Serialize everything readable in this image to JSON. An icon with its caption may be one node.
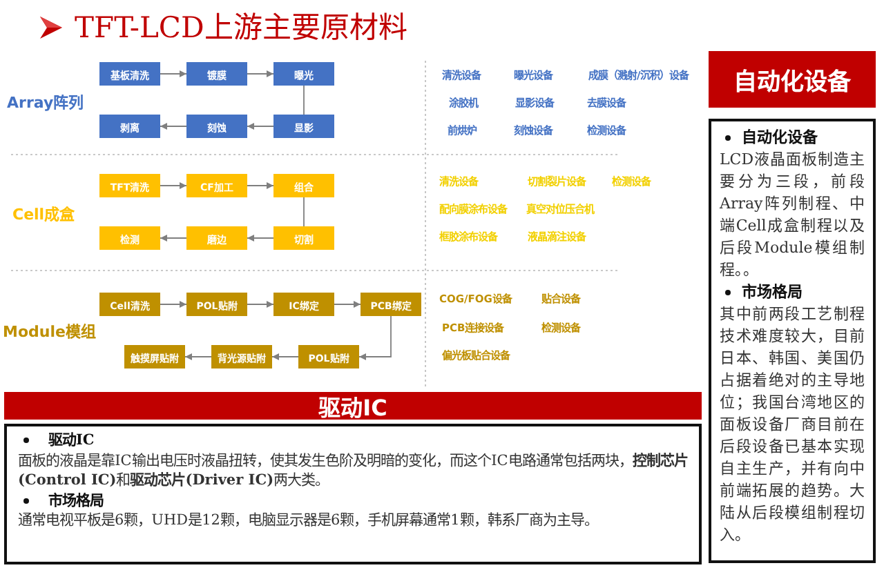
{
  "diagram": {
    "title": "TFT-LCD上游主要原材料",
    "nodes": [
      {
        "text": [
          "基板清洗"
        ]
      },
      {
        "text": [
          "镀膜"
        ]
      },
      {
        "text": [
          "曝光"
        ]
      },
      {
        "text": [
          "剥离"
        ]
      },
      {
        "text": [
          "刻蚀"
        ]
      },
      {
        "text": [
          "显影"
        ]
      },
      {
        "text": [
          "TFT清洗"
        ]
      },
      {
        "text": [
          "CF加工"
        ]
      },
      {
        "text": [
          "组合"
        ]
      },
      {
        "text": [
          "检测"
        ]
      },
      {
        "text": [
          "磨边"
        ]
      },
      {
        "text": [
          "切割"
        ]
      },
      {
        "text": [
          "Cell清洗"
        ]
      },
      {
        "text": [
          "POL贴附"
        ]
      },
      {
        "text": [
          "IC绑定"
        ]
      },
      {
        "text": [
          "PCB绑定"
        ]
      },
      {
        "text": [
          "触摸屏贴附"
        ]
      },
      {
        "text": [
          "背光源贴附"
        ]
      },
      {
        "text": [
          "POL贴附"
        ]
      },
      {
        "text": [
          "自动化设备"
        ]
      },
      {
        "text": [
          "自动化设备",
          "LCD液晶面板制造主要分为三段，前段Array阵列制程、中端Cell成盒制程以及后段Module模组制程。。",
          "市场格局",
          "其中前两段工艺制程技术难度较大，目前日本、韩国、美国仍占据着绝对的主导地位；我国台湾地区的面板设备厂商目前在后段设备已基本实现自主生产，并有向中前端拓展的趋势。大陆从后段模组制程切入。"
        ]
      },
      {
        "text": [
          "驱动IC"
        ]
      },
      {
        "text": [
          "驱动IC",
          "面板的液晶是靠IC输出电压时液晶扭转，使其发生色阶及明暗的变化，而这个IC电路通常包括两块，**控制芯片(Control IC)**和**驱动芯片(Driver IC)**两大类。",
          "市场格局",
          "通常电视平板是6颗，UHD是12颗，电脑显示器是6颗，手机屏幕通常1颗，韩系厂商为主导。"
        ]
      }
    ],
    "edges": [
      {
        "from": 0,
        "to": 1,
        "arrow": "to"
      },
      {
        "from": 1,
        "to": 2,
        "arrow": "to"
      },
      {
        "from": 2,
        "to": 5,
        "arrow": "none"
      },
      {
        "from": 5,
        "to": 4,
        "arrow": "to"
      },
      {
        "from": 4,
        "to": 3,
        "arrow": "to"
      },
      {
        "from": 6,
        "to": 7,
        "arrow": "to"
      },
      {
        "from": 7,
        "to": 8,
        "arrow": "to"
      },
      {
        "from": 8,
        "to": 11,
        "arrow": "none"
      },
      {
        "from": 11,
        "to": 10,
        "arrow": "to"
      },
      {
        "from": 10,
        "to": 9,
        "arrow": "to"
      },
      {
        "from": 12,
        "to": 13,
        "arrow": "to"
      },
      {
        "from": 13,
        "to": 14,
        "arrow": "to"
      },
      {
        "from": 14,
        "to": 15,
        "arrow": "to"
      },
      {
        "from": 15,
        "to": 18,
        "arrow": "to"
      },
      {
        "from": 18,
        "to": 17,
        "arrow": "to"
      },
      {
        "from": 17,
        "to": 16,
        "arrow": "to"
      }
    ],
    "labels": [
      "Array阵列",
      "清洗设备",
      "曝光设备",
      "成膜（溅射/沉积）设备",
      "涂胶机",
      "显影设备",
      "去膜设备",
      "前烘炉",
      "刻蚀设备",
      "检测设备",
      "Cell成盒",
      "清洗设备",
      "切割裂片设备",
      "检测设备",
      "配向膜涂布设备",
      "真空对位压合机",
      "框胶涂布设备",
      "液晶滴注设备",
      "Module模组",
      "COG/FOG设备",
      "贴合设备",
      "PCB连接设备",
      "检测设备",
      "偏光板贴合设备"
    ]
  }
}
